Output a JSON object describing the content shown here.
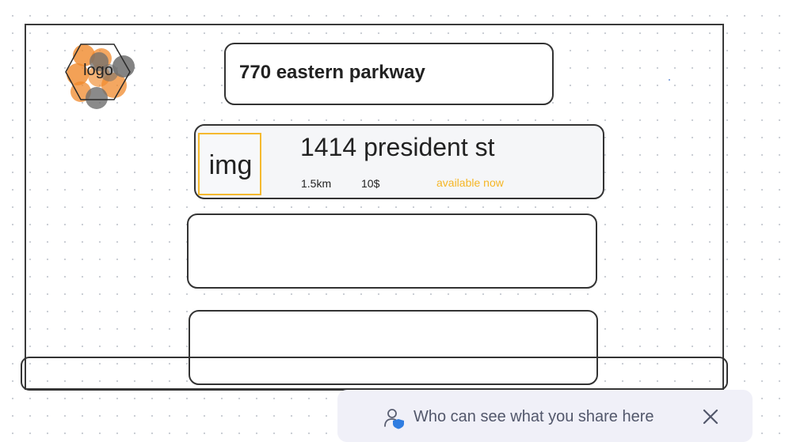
{
  "logo": {
    "text": "logo",
    "icon": "hexagon-logo-icon",
    "colors": [
      "#f08a2c",
      "#6d6d6d"
    ]
  },
  "search": {
    "value": "770 eastern parkway"
  },
  "listings": [
    {
      "image_label": "img",
      "address": "1414 president st",
      "distance": "1.5km",
      "price": "10$",
      "status": "available now",
      "status_color": "#f5b625"
    }
  ],
  "share_banner": {
    "text": "Who can see what you share here",
    "icon": "user-shield-icon",
    "close_icon": "close-icon"
  },
  "colors": {
    "accent": "#f5b625",
    "border": "#333333",
    "banner_bg": "#f0f0f8"
  }
}
